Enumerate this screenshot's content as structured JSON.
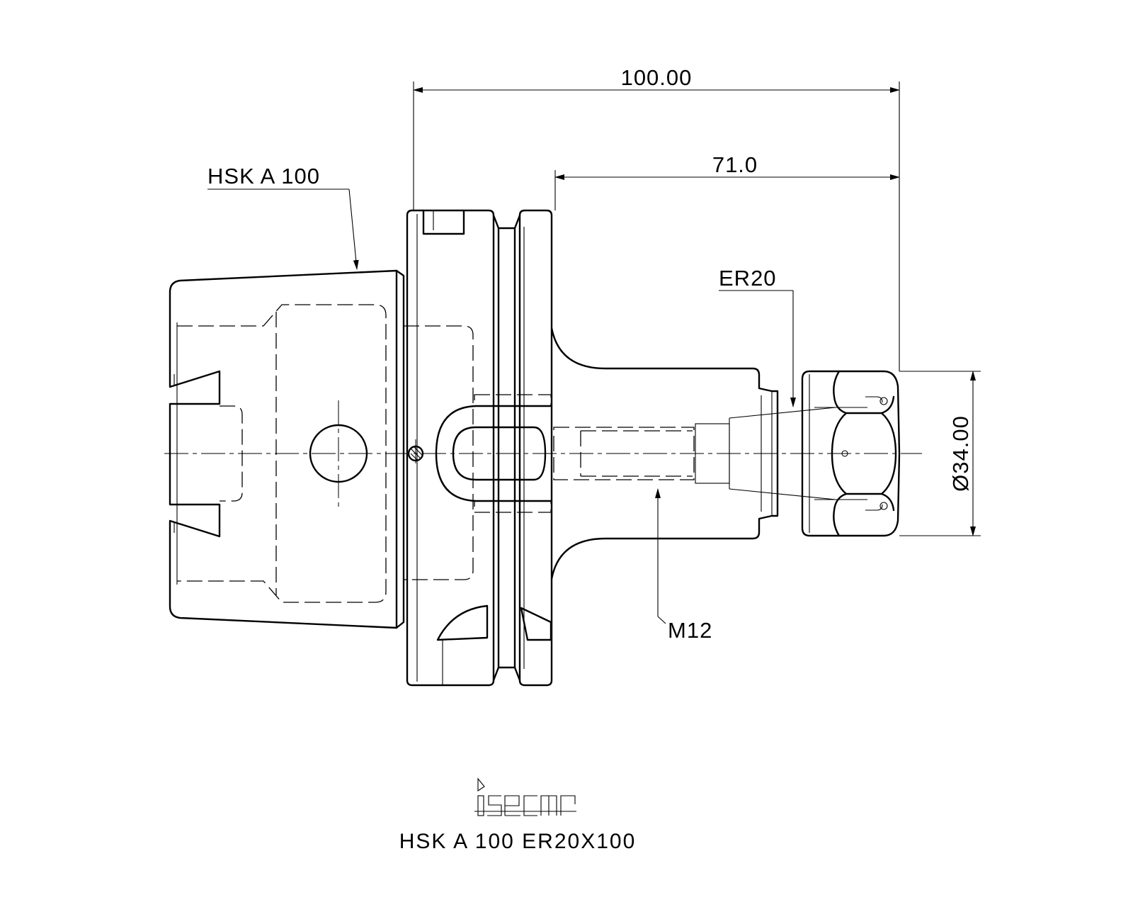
{
  "dimensions": {
    "overall_length": "100.00",
    "projection_length": "71.0",
    "nut_diameter": "Ø34.00"
  },
  "callouts": {
    "shank": "HSK A 100",
    "collet": "ER20",
    "thread": "M12"
  },
  "logo": {
    "brand": "iscar"
  },
  "title": {
    "designation": "HSK A 100 ER20X100"
  }
}
